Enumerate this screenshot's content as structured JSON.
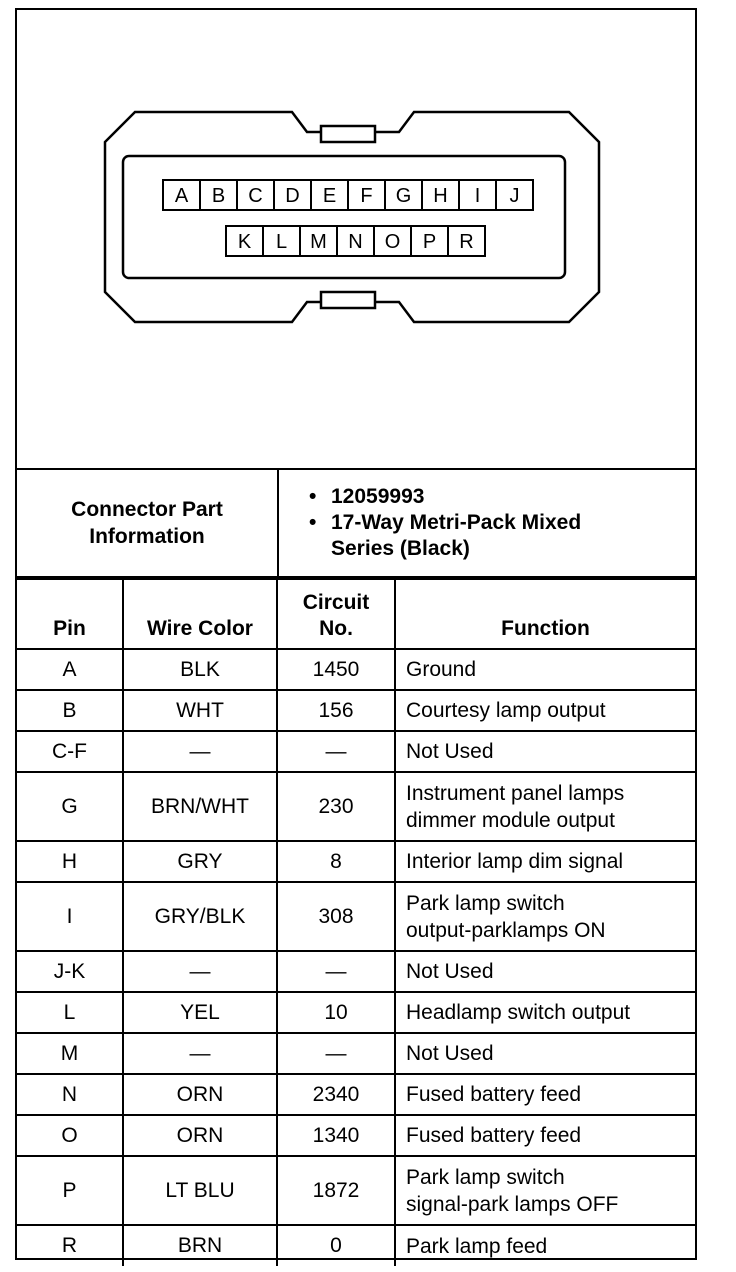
{
  "connector": {
    "top_row": [
      "A",
      "B",
      "C",
      "D",
      "E",
      "F",
      "G",
      "H",
      "I",
      "J"
    ],
    "bottom_row": [
      "K",
      "L",
      "M",
      "N",
      "O",
      "P",
      "R"
    ]
  },
  "info": {
    "label_line1": "Connector Part",
    "label_line2": "Information",
    "part_number": "12059993",
    "description_line1": "17-Way Metri-Pack Mixed",
    "description_line2": "Series (Black)"
  },
  "table": {
    "headers": {
      "pin": "Pin",
      "wire_color": "Wire Color",
      "circuit_line1": "Circuit",
      "circuit_line2": "No.",
      "function": "Function"
    },
    "rows": [
      {
        "pin": "A",
        "wire": "BLK",
        "circuit": "1450",
        "function": [
          "Ground"
        ]
      },
      {
        "pin": "B",
        "wire": "WHT",
        "circuit": "156",
        "function": [
          "Courtesy lamp output"
        ]
      },
      {
        "pin": "C-F",
        "wire": "—",
        "circuit": "—",
        "function": [
          "Not Used"
        ]
      },
      {
        "pin": "G",
        "wire": "BRN/WHT",
        "circuit": "230",
        "function": [
          "Instrument panel lamps",
          "dimmer module output"
        ]
      },
      {
        "pin": "H",
        "wire": "GRY",
        "circuit": "8",
        "function": [
          "Interior lamp dim signal"
        ]
      },
      {
        "pin": "I",
        "wire": "GRY/BLK",
        "circuit": "308",
        "function": [
          "Park lamp switch",
          "output-parklamps ON"
        ]
      },
      {
        "pin": "J-K",
        "wire": "—",
        "circuit": "—",
        "function": [
          "Not Used"
        ]
      },
      {
        "pin": "L",
        "wire": "YEL",
        "circuit": "10",
        "function": [
          "Headlamp switch output"
        ]
      },
      {
        "pin": "M",
        "wire": "—",
        "circuit": "—",
        "function": [
          "Not Used"
        ]
      },
      {
        "pin": "N",
        "wire": "ORN",
        "circuit": "2340",
        "function": [
          "Fused battery feed"
        ]
      },
      {
        "pin": "O",
        "wire": "ORN",
        "circuit": "1340",
        "function": [
          "Fused battery feed"
        ]
      },
      {
        "pin": "P",
        "wire": "LT BLU",
        "circuit": "1872",
        "function": [
          "Park lamp switch",
          "signal-park lamps OFF"
        ]
      },
      {
        "pin": "R",
        "wire": "BRN",
        "circuit": "0",
        "function": [
          "Park lamp feed"
        ]
      }
    ]
  }
}
